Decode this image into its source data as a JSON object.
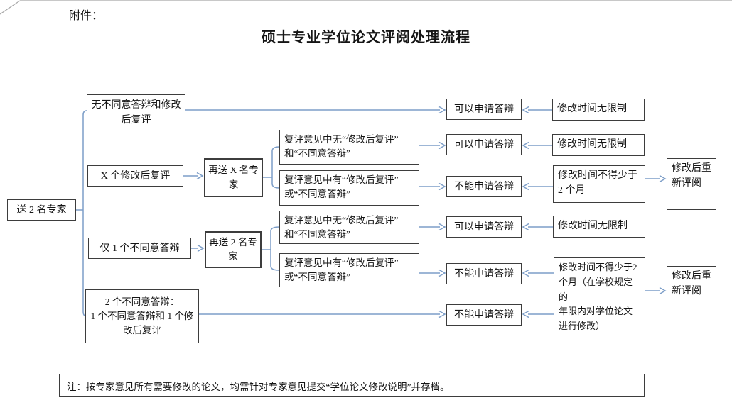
{
  "header": {
    "attachment": "附件：",
    "title": "硕士专业学位论文评阅处理流程"
  },
  "nodes": {
    "start": "送 2 名专家",
    "no_disagree": "无不同意答辩和修改\n后复评",
    "x_revise": "X 个修改后复评",
    "one_disagree": "仅 1 个不同意答辩",
    "two_disagree": "2 个不同意答辩：\n1 个不同意答辩和 1 个修\n改后复评",
    "resend_x": "再送 X 名专\n家",
    "resend_2": "再送 2 名专\n家",
    "review_no": "复评意见中无“修改后复评”\n和“不同意答辩”",
    "review_has": "复评意见中有“修改后复评”\n或“不同意答辩”",
    "can_defend": "可以申请答辩",
    "cannot_defend": "不能申请答辩",
    "time_unlimited": "修改时间无限制",
    "time_min_two_months": "修改时间不得少于\n2 个月",
    "time_min_two_months_long": "修改时间不得少于2\n个月（在学校规定的\n年限内对学位论文\n进行修改）",
    "rereview": "修改后重\n新评阅"
  },
  "note": {
    "text": "注：按专家意见所有需要修改的论文，均需针对专家意见提交“学位论文修改说明”并存档。"
  },
  "edges": [
    {
      "from": "start",
      "to": "no_disagree|x_revise|one_disagree|two_disagree",
      "type": "bracket"
    },
    {
      "from": "no_disagree",
      "to": "can_defend_1",
      "type": "arrow"
    },
    {
      "from": "x_revise",
      "to": "resend_x",
      "type": "arrow"
    },
    {
      "from": "resend_x",
      "to": "review_no_upper|review_has_upper",
      "type": "bracket"
    },
    {
      "from": "review_no_upper",
      "to": "can_defend_2",
      "type": "arrow"
    },
    {
      "from": "review_has_upper",
      "to": "cannot_defend_1",
      "type": "arrow"
    },
    {
      "from": "time_unlimited_1",
      "to": "can_defend_1",
      "type": "arrow"
    },
    {
      "from": "time_unlimited_2",
      "to": "can_defend_2",
      "type": "arrow"
    },
    {
      "from": "time_min_two_months",
      "to": "cannot_defend_1",
      "type": "arrow"
    },
    {
      "from": "time_min_two_months",
      "to": "rereview_1",
      "type": "arrow"
    },
    {
      "from": "one_disagree",
      "to": "resend_2",
      "type": "arrow"
    },
    {
      "from": "resend_2",
      "to": "review_no_lower|review_has_lower",
      "type": "bracket"
    },
    {
      "from": "review_no_lower",
      "to": "can_defend_3",
      "type": "arrow"
    },
    {
      "from": "review_has_lower",
      "to": "cannot_defend_2",
      "type": "arrow"
    },
    {
      "from": "time_unlimited_3",
      "to": "can_defend_3",
      "type": "arrow"
    },
    {
      "from": "time_min_two_months_long",
      "to": "cannot_defend_2",
      "type": "arrow"
    },
    {
      "from": "time_min_two_months_long",
      "to": "cannot_defend_3",
      "type": "arrow"
    },
    {
      "from": "time_min_two_months_long",
      "to": "rereview_2",
      "type": "arrow"
    },
    {
      "from": "two_disagree",
      "to": "cannot_defend_3",
      "type": "arrow"
    }
  ],
  "colors": {
    "connector": "#7d9ec8",
    "border": "#3d3d3d"
  }
}
